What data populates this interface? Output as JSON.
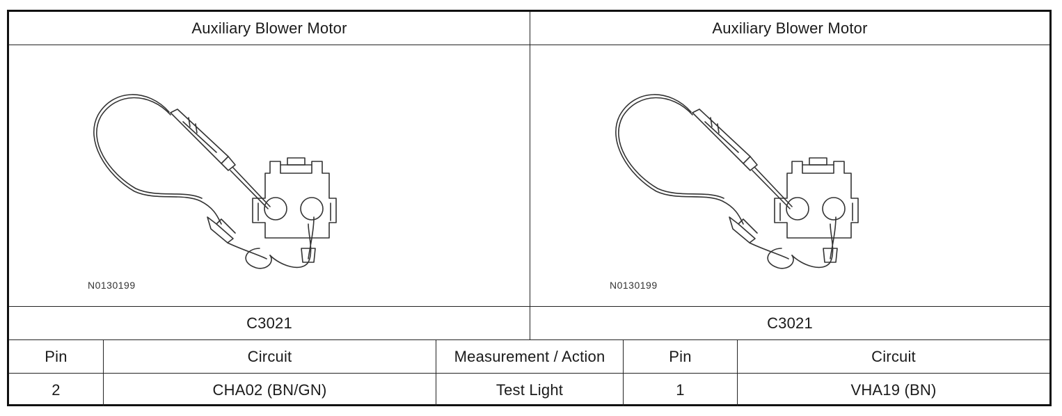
{
  "header": {
    "left_title": "Auxiliary Blower Motor",
    "right_title": "Auxiliary Blower Motor"
  },
  "diagrams": {
    "left": {
      "figure_id": "N0130199",
      "illustration": "test-light-probe-connector"
    },
    "right": {
      "figure_id": "N0130199",
      "illustration": "test-light-probe-connector"
    }
  },
  "connectors": {
    "left": "C3021",
    "right": "C3021"
  },
  "table": {
    "headers": [
      "Pin",
      "Circuit",
      "Measurement / Action",
      "Pin",
      "Circuit"
    ],
    "rows": [
      [
        "2",
        "CHA02 (BN/GN)",
        "Test Light",
        "1",
        "VHA19 (BN)"
      ]
    ]
  }
}
